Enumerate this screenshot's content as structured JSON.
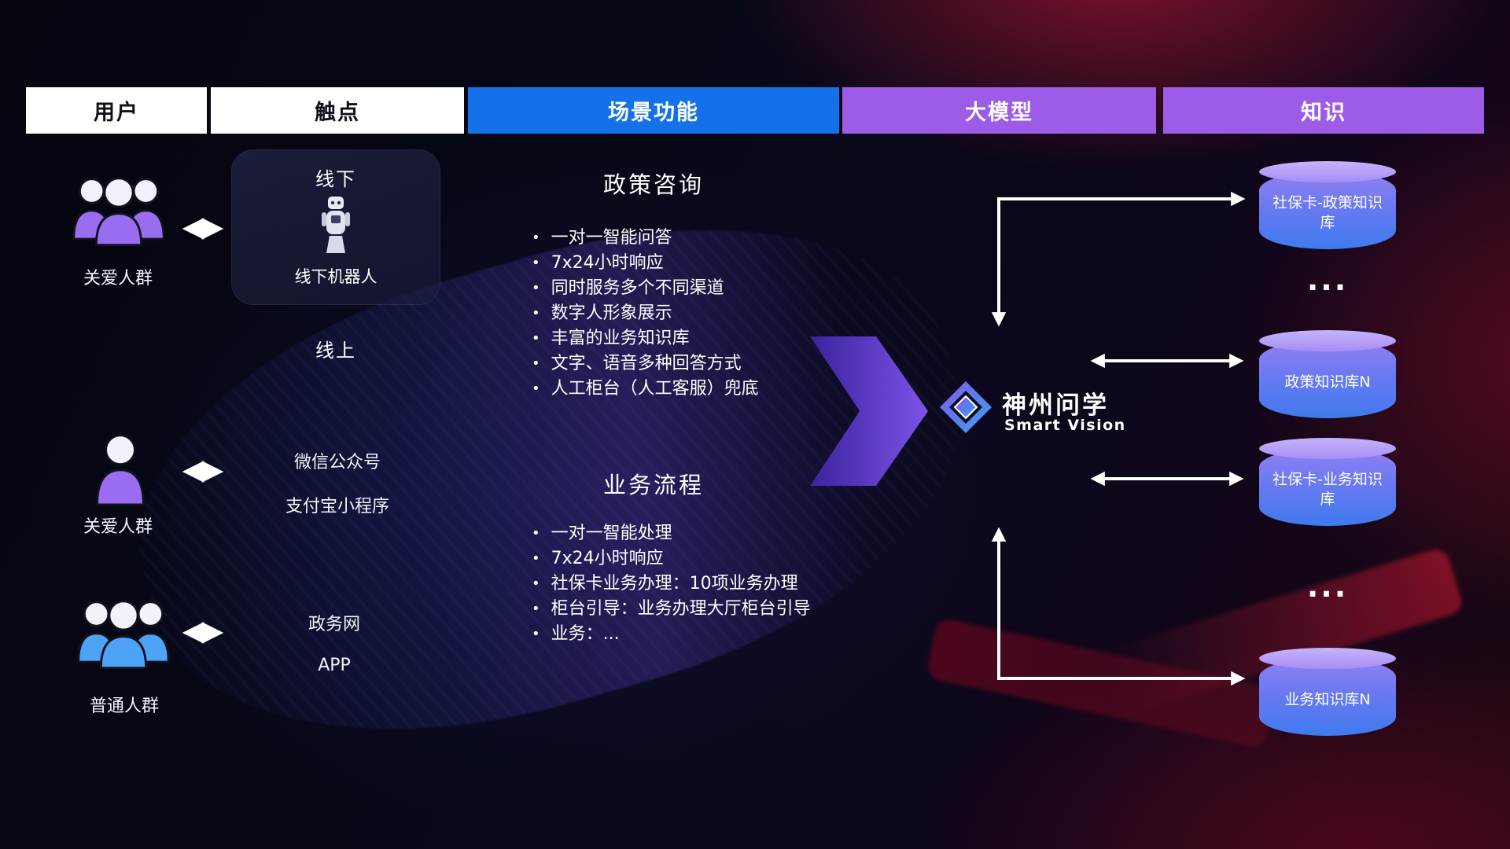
{
  "header": {
    "columns": [
      {
        "label": "用户",
        "style": "white"
      },
      {
        "label": "触点",
        "style": "white"
      },
      {
        "label": "场景功能",
        "style": "blue"
      },
      {
        "label": "大模型",
        "style": "purple"
      },
      {
        "label": "知识",
        "style": "purple"
      }
    ]
  },
  "users": {
    "items": [
      {
        "label": "关爱人群",
        "icon": "people-group-icon",
        "color": "#9a6cf0"
      },
      {
        "label": "关爱人群",
        "icon": "person-icon",
        "color": "#9a6cf0"
      },
      {
        "label": "普通人群",
        "icon": "people-group-icon",
        "color": "#4da3f5"
      }
    ]
  },
  "touchpoints": {
    "offline_title": "线下",
    "robot_label": "线下机器人",
    "online_title": "线上",
    "channels": [
      "微信公众号",
      "支付宝小程序",
      "政务网",
      "APP"
    ]
  },
  "scenarios": {
    "policy": {
      "title": "政策咨询",
      "items": [
        "一对一智能问答",
        "7x24小时响应",
        "同时服务多个不同渠道",
        "数字人形象展示",
        "丰富的业务知识库",
        "文字、语音多种回答方式",
        "人工柜台（人工客服）兜底"
      ]
    },
    "business": {
      "title": "业务流程",
      "items": [
        "一对一智能处理",
        "7x24小时响应",
        "社保卡业务办理：10项业务办理",
        "柜台引导：业务办理大厅柜台引导",
        "业务：..."
      ]
    }
  },
  "model": {
    "name": "神州问学",
    "subtitle": "Smart Vision"
  },
  "knowledge": {
    "items": [
      {
        "label": "社保卡-政策知识库",
        "type": "database"
      },
      {
        "label": "...",
        "type": "ellipsis"
      },
      {
        "label": "政策知识库N",
        "type": "database"
      },
      {
        "label": "社保卡-业务知识库",
        "type": "database"
      },
      {
        "label": "...",
        "type": "ellipsis"
      },
      {
        "label": "业务知识库N",
        "type": "database"
      }
    ]
  },
  "colors": {
    "header_blue": "#1471e9",
    "header_purple": "#9d5ce8",
    "user_purple": "#9a6cf0",
    "user_blue": "#4da3f5",
    "db_top": "#b9a4f8",
    "db_bottom": "#3f7bee",
    "arrow_purple": "#8058f4"
  }
}
